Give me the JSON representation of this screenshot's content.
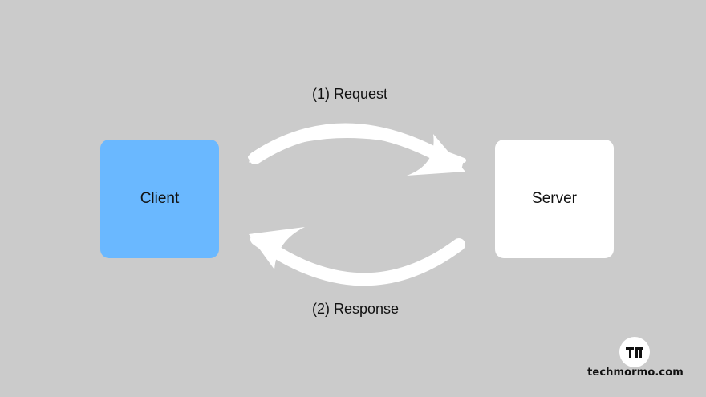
{
  "diagram": {
    "nodes": {
      "client": "Client",
      "server": "Server"
    },
    "edges": {
      "request": "(1) Request",
      "response": "(2) Response"
    }
  },
  "branding": {
    "logo_text": "techmormo.com"
  },
  "colors": {
    "background": "#cbcbcb",
    "client_fill": "#6ab8ff",
    "server_fill": "#ffffff",
    "arrow": "#ffffff",
    "text": "#111111"
  }
}
